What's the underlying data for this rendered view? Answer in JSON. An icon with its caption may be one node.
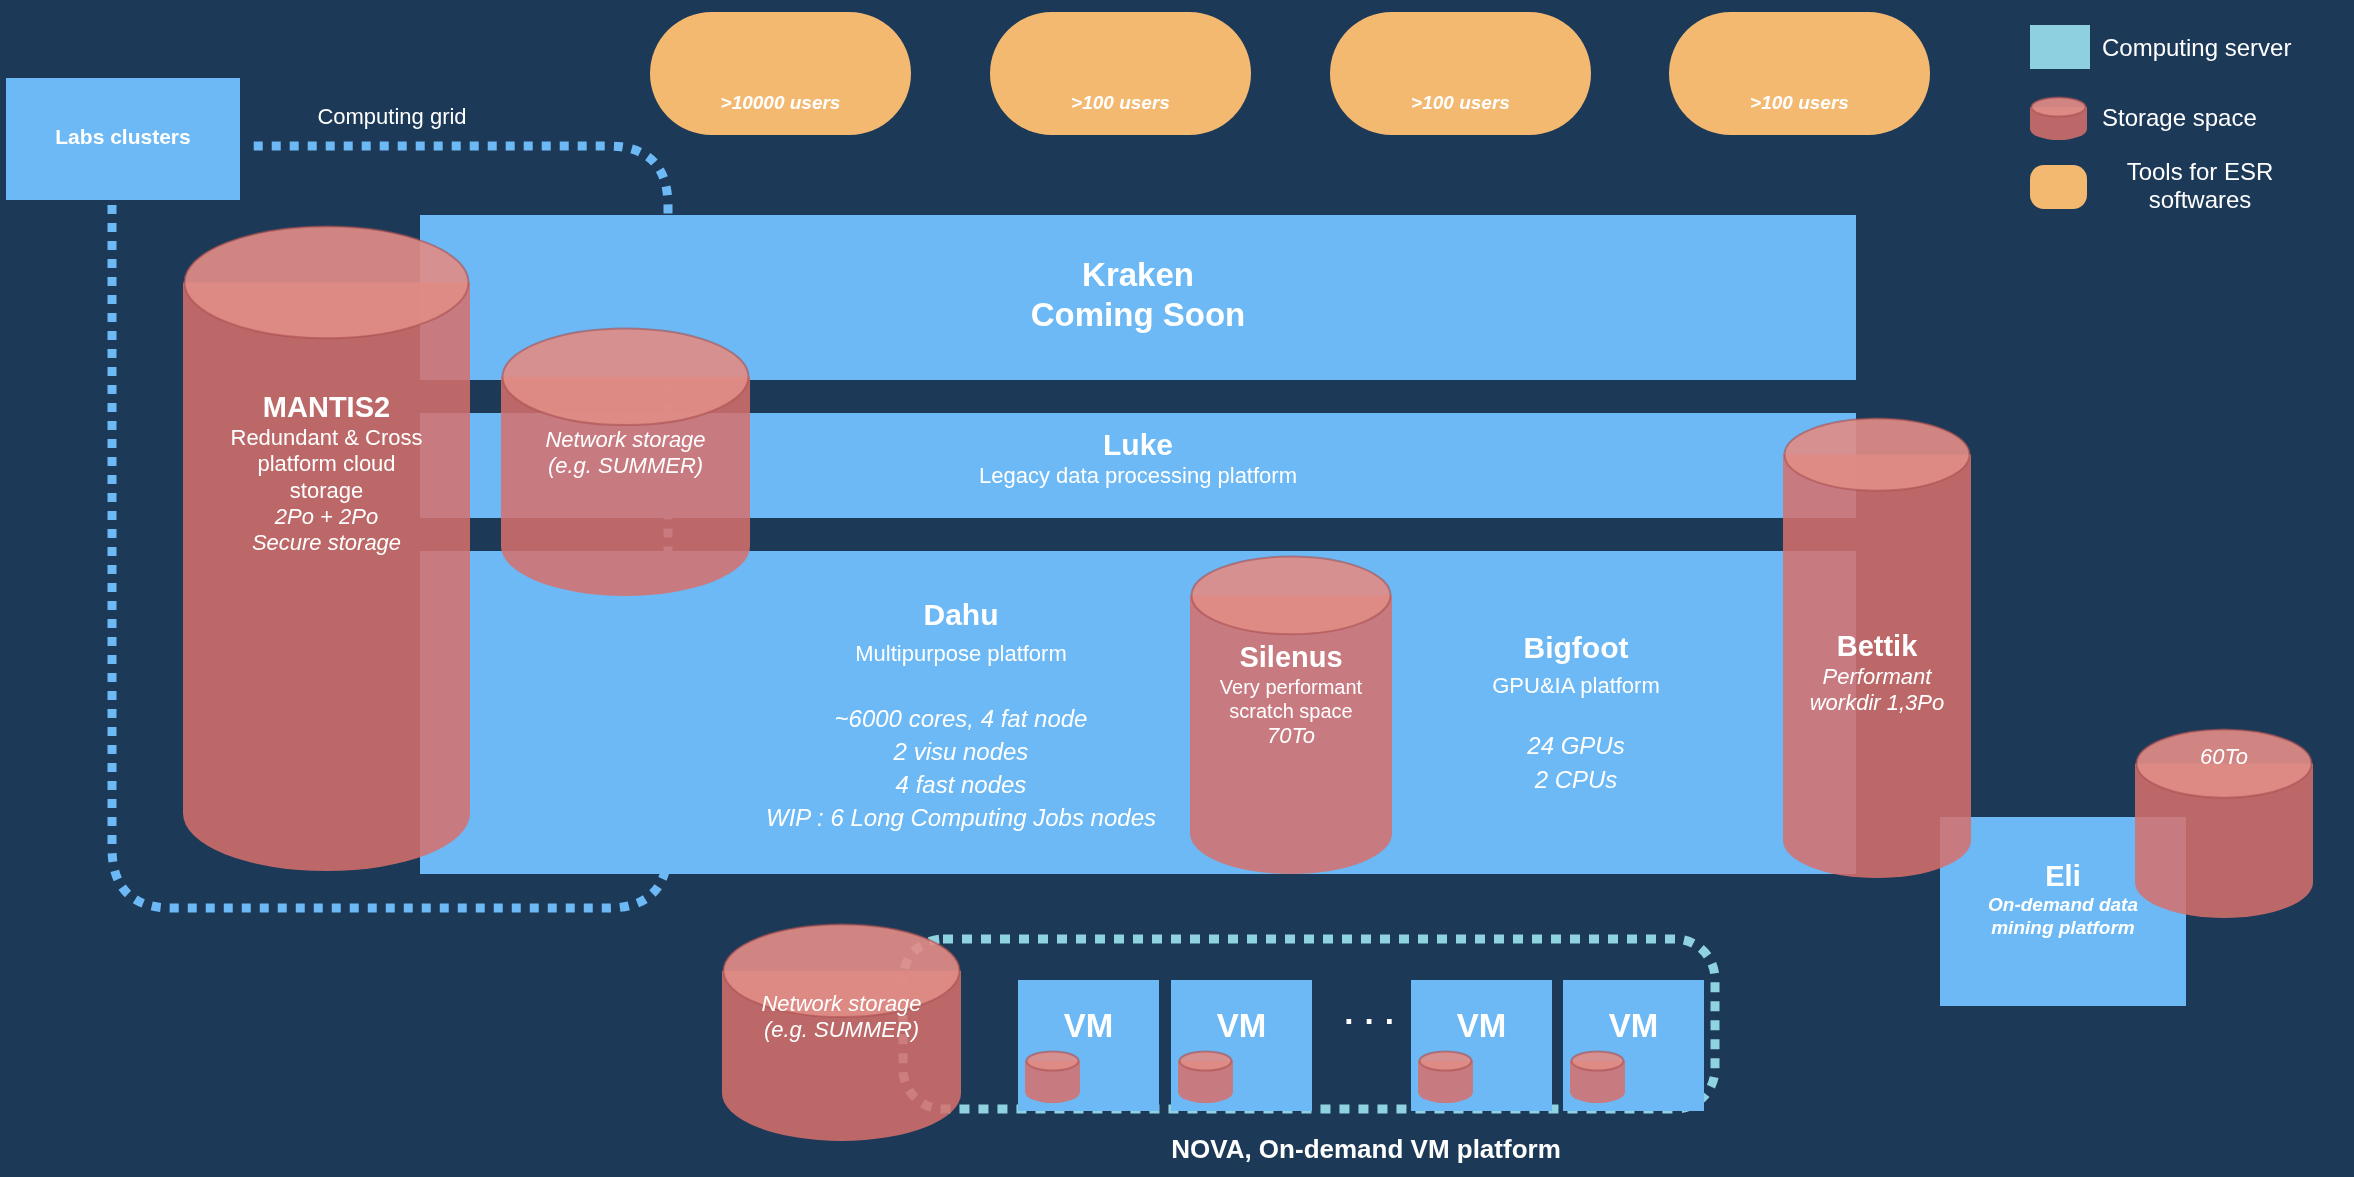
{
  "diagram": {
    "nodes": [
      {
        "text": [
          ">10000 users"
        ]
      },
      {
        "text": [
          ">100 users"
        ]
      },
      {
        "text": [
          ">100 users"
        ]
      },
      {
        "text": [
          ">100 users"
        ]
      },
      {
        "text": [
          "Labs clusters"
        ]
      },
      {
        "text": [
          "Kraken Coming Soon"
        ]
      },
      {
        "text": [
          "MANTIS2",
          "Redundant & Cross platform cloud storage",
          "2Po + 2Po Secure storage"
        ]
      },
      {
        "text": [
          "Network storage (e.g. SUMMER)"
        ]
      },
      {
        "text": [
          "Luke",
          "Legacy data processing platform"
        ]
      },
      {
        "text": [
          "Bettik",
          "Performant workdir 1,3Po"
        ]
      },
      {
        "text": [
          "Dahu",
          "Multipurpose platform",
          "~6000 cores, 4 fat node",
          "2 visu nodes",
          "4 fast nodes",
          "WIP : 6 Long Computing Jobs nodes",
          "Bigfoot",
          "GPU&IA platform",
          "24 GPUs",
          "2 CPUs"
        ]
      },
      {
        "text": [
          "Silenus",
          "Very performant scratch space",
          "70To"
        ],
        "in": 10
      },
      {
        "text": [
          "60To"
        ]
      },
      {
        "text": [
          "Eli",
          "On-demand data mining platform"
        ]
      },
      {
        "text": [
          "NOVA, On-demand VM platform"
        ]
      },
      {
        "text": [
          "Network storage (e.g. SUMMER)"
        ]
      },
      {
        "text": [
          "VM"
        ],
        "in": 14
      },
      {
        "text": [],
        "shape": "cylinder",
        "in": 16
      },
      {
        "text": [
          "VM"
        ],
        "in": 14
      },
      {
        "text": [],
        "shape": "cylinder",
        "in": 18
      },
      {
        "text": [
          "VM"
        ],
        "in": 14
      },
      {
        "text": [],
        "shape": "cylinder",
        "in": 20
      },
      {
        "text": [
          "VM"
        ],
        "in": 14
      },
      {
        "text": [],
        "shape": "cylinder",
        "in": 22
      }
    ],
    "labels": [
      "Computing grid",
      "· · ·"
    ],
    "legend": [
      {
        "text": "Computing server",
        "color": "#8ecfe0"
      },
      {
        "text": "Storage space"
      },
      {
        "text": "Tools for ESR softwares"
      }
    ]
  }
}
